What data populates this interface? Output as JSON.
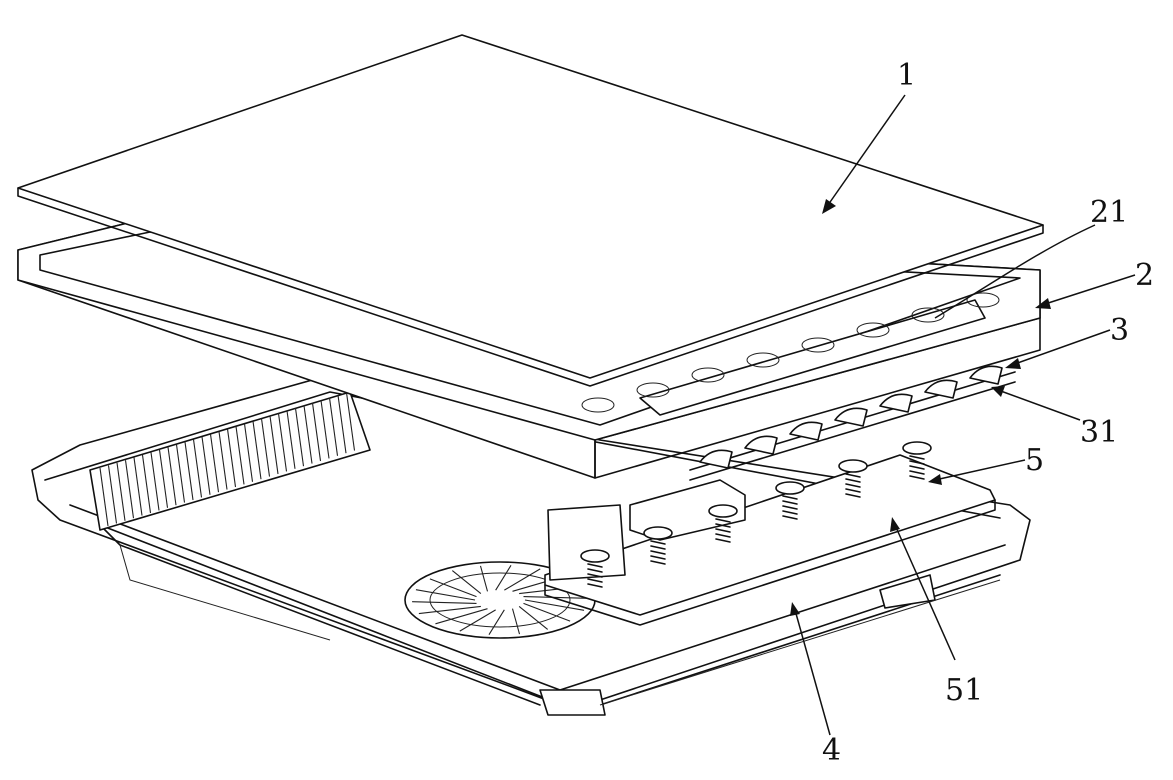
{
  "labels": {
    "top_plate": "1",
    "frame": "2",
    "frame_window": "21",
    "key_strip": "3",
    "key_strip_tab": "31",
    "base_housing": "4",
    "circuit_board": "5",
    "board_post": "51"
  }
}
